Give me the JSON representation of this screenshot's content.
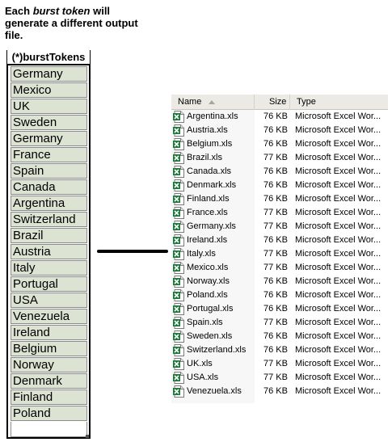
{
  "caption": {
    "line1_pre": "Each ",
    "line1_em": "burst token",
    "line1_post": " will",
    "line2": "generate a different output",
    "line3": "file."
  },
  "tokens_header": "(*)burstTokens",
  "tokens": [
    "Germany",
    "Mexico",
    "UK",
    "Sweden",
    "Germany",
    "France",
    "Spain",
    "Canada",
    "Argentina",
    "Switzerland",
    "Brazil",
    "Austria",
    "Italy",
    "Portugal",
    "USA",
    "Venezuela",
    "Ireland",
    "Belgium",
    "Norway",
    "Denmark",
    "Finland",
    "Poland"
  ],
  "explorer": {
    "headers": {
      "name": "Name",
      "size": "Size",
      "type": "Type"
    },
    "icon_name": "excel-file-icon",
    "accent_green": "#1d7a3a",
    "files": [
      {
        "name": "Argentina.xls",
        "size": "76 KB",
        "type": "Microsoft Excel Wor..."
      },
      {
        "name": "Austria.xls",
        "size": "76 KB",
        "type": "Microsoft Excel Wor..."
      },
      {
        "name": "Belgium.xls",
        "size": "76 KB",
        "type": "Microsoft Excel Wor..."
      },
      {
        "name": "Brazil.xls",
        "size": "77 KB",
        "type": "Microsoft Excel Wor..."
      },
      {
        "name": "Canada.xls",
        "size": "76 KB",
        "type": "Microsoft Excel Wor..."
      },
      {
        "name": "Denmark.xls",
        "size": "76 KB",
        "type": "Microsoft Excel Wor..."
      },
      {
        "name": "Finland.xls",
        "size": "76 KB",
        "type": "Microsoft Excel Wor..."
      },
      {
        "name": "France.xls",
        "size": "77 KB",
        "type": "Microsoft Excel Wor..."
      },
      {
        "name": "Germany.xls",
        "size": "77 KB",
        "type": "Microsoft Excel Wor..."
      },
      {
        "name": "Ireland.xls",
        "size": "76 KB",
        "type": "Microsoft Excel Wor..."
      },
      {
        "name": "Italy.xls",
        "size": "77 KB",
        "type": "Microsoft Excel Wor..."
      },
      {
        "name": "Mexico.xls",
        "size": "77 KB",
        "type": "Microsoft Excel Wor..."
      },
      {
        "name": "Norway.xls",
        "size": "76 KB",
        "type": "Microsoft Excel Wor..."
      },
      {
        "name": "Poland.xls",
        "size": "76 KB",
        "type": "Microsoft Excel Wor..."
      },
      {
        "name": "Portugal.xls",
        "size": "76 KB",
        "type": "Microsoft Excel Wor..."
      },
      {
        "name": "Spain.xls",
        "size": "77 KB",
        "type": "Microsoft Excel Wor..."
      },
      {
        "name": "Sweden.xls",
        "size": "76 KB",
        "type": "Microsoft Excel Wor..."
      },
      {
        "name": "Switzerland.xls",
        "size": "76 KB",
        "type": "Microsoft Excel Wor..."
      },
      {
        "name": "UK.xls",
        "size": "77 KB",
        "type": "Microsoft Excel Wor..."
      },
      {
        "name": "USA.xls",
        "size": "77 KB",
        "type": "Microsoft Excel Wor..."
      },
      {
        "name": "Venezuela.xls",
        "size": "76 KB",
        "type": "Microsoft Excel Wor..."
      }
    ]
  }
}
